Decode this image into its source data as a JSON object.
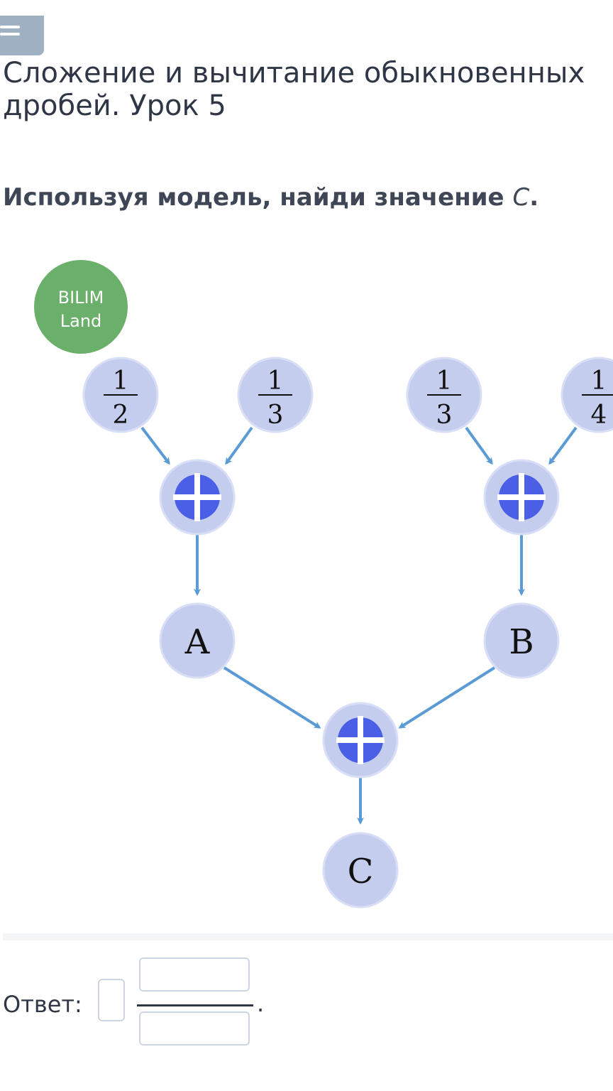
{
  "header": {
    "lesson_title": "Сложение и вычитание обыкновенных\nдробей. Урок 5"
  },
  "task": {
    "question_text": "Используя модель, найди значение ",
    "question_var": "C",
    "question_end": "."
  },
  "model": {
    "logo_line1": "BILIM",
    "logo_line2": "Land",
    "fractions": [
      {
        "numerator": "1",
        "denominator": "2"
      },
      {
        "numerator": "1",
        "denominator": "3"
      },
      {
        "numerator": "1",
        "denominator": "3"
      },
      {
        "numerator": "1",
        "denominator": "4"
      }
    ],
    "result_labels": {
      "a": "A",
      "b": "B",
      "c": "C"
    },
    "colors": {
      "node": "#c5cdef",
      "plus": "#4a5ee6",
      "arrow": "#5b9bd5",
      "logo": "#6aaf6a"
    }
  },
  "answer": {
    "label": "Ответ:",
    "whole_value": "",
    "numerator_value": "",
    "denominator_value": "",
    "end_mark": "."
  }
}
